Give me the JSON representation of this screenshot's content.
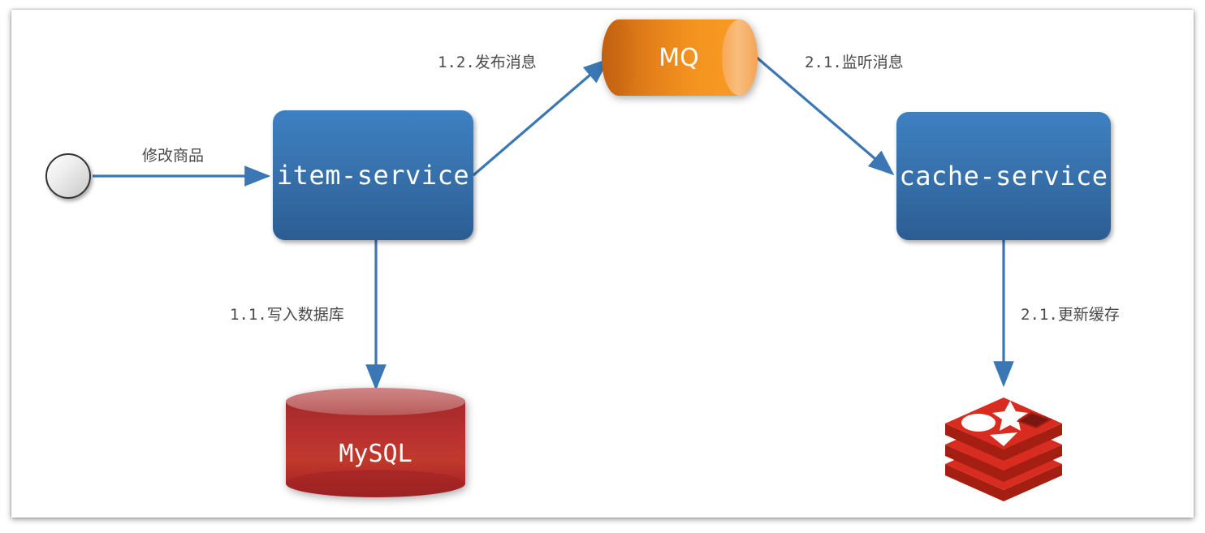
{
  "diagram": {
    "title": "item-service / MQ / cache-service cache-update flow",
    "canvas": {
      "background": "#ffffff"
    },
    "colors": {
      "service_blue": "#3872ad",
      "mq_orange": "#f4941f",
      "mysql_red": "#c0392b",
      "redis_red": "#d82c20",
      "arrow_blue": "#3c77b5",
      "label_gray": "#4a4a4a"
    },
    "nodes": {
      "start": {
        "name": "start-circle",
        "label": ""
      },
      "item_service": {
        "label": "item-service",
        "shape": "rounded-rectangle"
      },
      "mq": {
        "label": "MQ",
        "shape": "horizontal-cylinder"
      },
      "cache_service": {
        "label": "cache-service",
        "shape": "rounded-rectangle"
      },
      "mysql": {
        "label": "MySQL",
        "shape": "vertical-cylinder"
      },
      "redis": {
        "label": "redis-logo",
        "shape": "redis-stack-icon"
      }
    },
    "edges": [
      {
        "id": "start-to-item",
        "label": "修改商品",
        "from": "start",
        "to": "item_service"
      },
      {
        "id": "item-to-mq",
        "label": "1.2.发布消息",
        "from": "item_service",
        "to": "mq"
      },
      {
        "id": "mq-to-cache",
        "label": "2.1.监听消息",
        "from": "mq",
        "to": "cache_service"
      },
      {
        "id": "item-to-mysql",
        "label": "1.1.写入数据库",
        "from": "item_service",
        "to": "mysql"
      },
      {
        "id": "cache-to-redis",
        "label": "2.1.更新缓存",
        "from": "cache_service",
        "to": "redis"
      }
    ]
  }
}
